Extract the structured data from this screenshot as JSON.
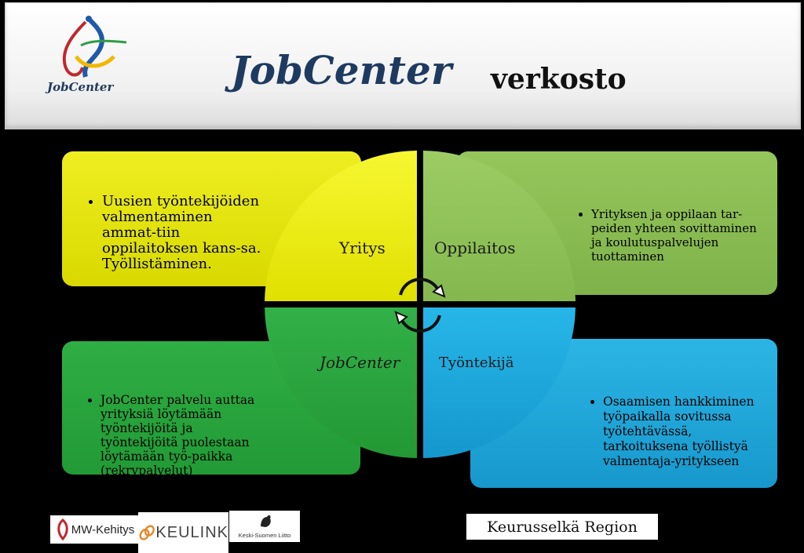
{
  "header": {
    "logo_text": "JobCenter",
    "title_main": "JobCenter",
    "title_sub": "verkosto"
  },
  "quadrants": {
    "top_left": "Yritys",
    "top_right": "Oppilaitos",
    "bottom_left": "JobCenter",
    "bottom_right": "Työntekijä"
  },
  "boxes": {
    "yellow": {
      "text": "Uusien työntekijöiden valmentaminen ammat-tiin oppilaitoksen kans-sa. Työllistäminen."
    },
    "light_green": {
      "text": "Yrityksen ja oppilaan tar-peiden yhteen sovittaminen ja koulutuspalvelujen tuottaminen"
    },
    "dark_green": {
      "text": "JobCenter palvelu auttaa yrityksiä löytämään työntekijöitä ja työntekijöitä puolestaan löytämään työ-paikka (rekrypalvelut)"
    },
    "blue": {
      "text": "Osaamisen hankkiminen työpaikalla sovitussa työtehtävässä, tarkoituksena työllistyä valmentaja-yritykseen"
    }
  },
  "partners": {
    "mw": "MW-Kehitys",
    "keulink": "KEULINK",
    "keski": "Keski-Suomen Liitto"
  },
  "region_label": "Keurusselkä Region",
  "colors": {
    "yellow": "#e6e60d",
    "light_green": "#8cbd55",
    "dark_green": "#29a43d",
    "blue": "#1fa6da",
    "title_blue": "#1f3a5f"
  },
  "icons": [
    "cycle-arrows-icon",
    "jobcenter-logo-icon",
    "rooster-icon",
    "chain-link-icon"
  ]
}
